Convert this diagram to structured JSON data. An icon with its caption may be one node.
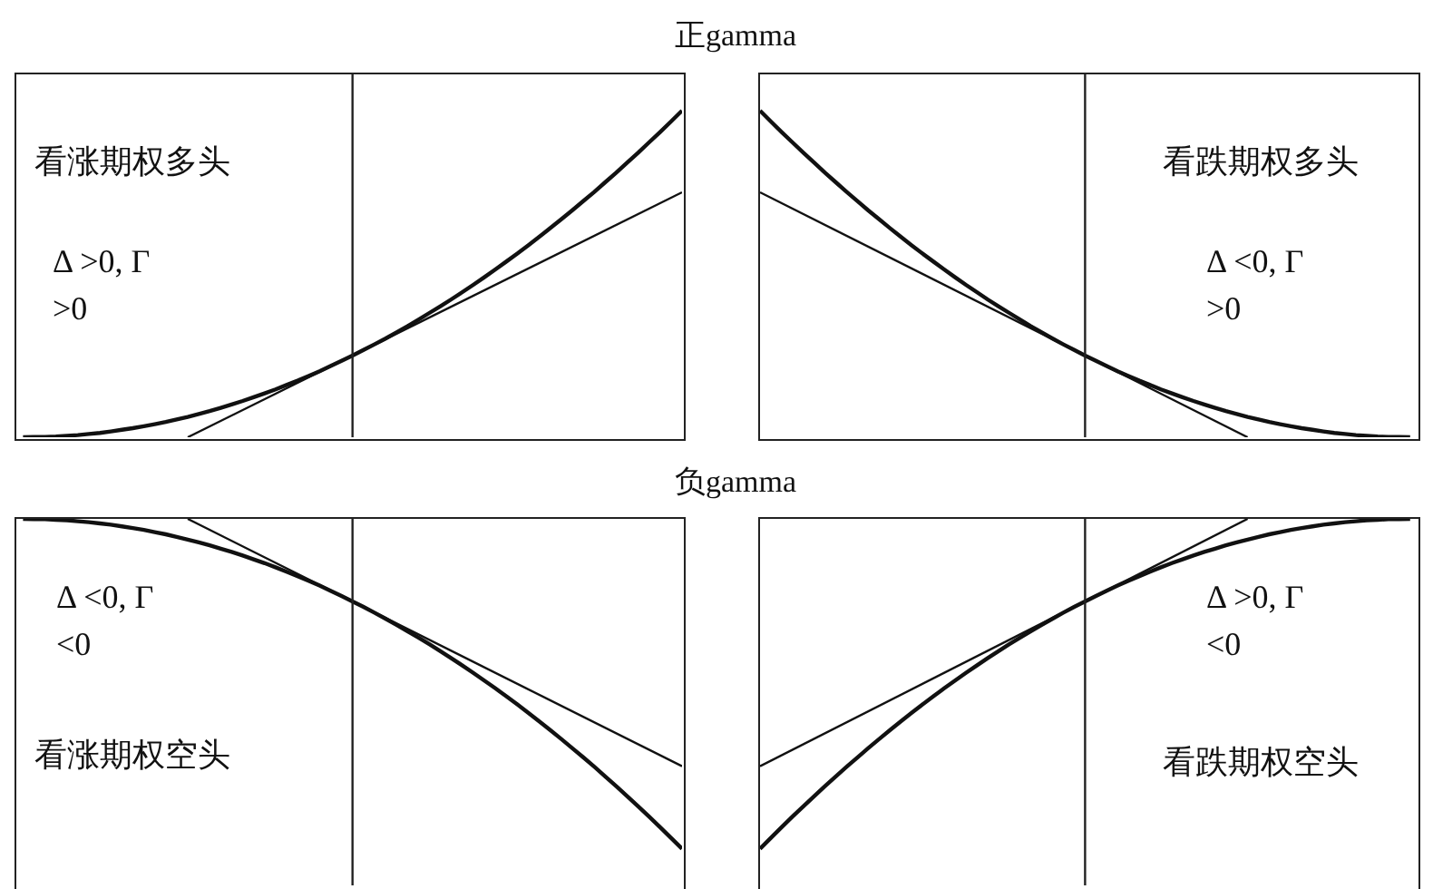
{
  "diagram": {
    "nodes": [
      {
        "text": [
          "看涨期权多头",
          "Δ >0, Γ >0"
        ]
      },
      {
        "text": [
          "看跌期权多头",
          "Δ <0, Γ >0"
        ]
      },
      {
        "text": [
          "Δ <0, Γ <0",
          "看涨期权空头"
        ]
      },
      {
        "text": [
          "Δ >0, Γ <0",
          "看跌期权空头"
        ]
      }
    ],
    "labels": [
      "正gamma",
      "负gamma"
    ]
  }
}
